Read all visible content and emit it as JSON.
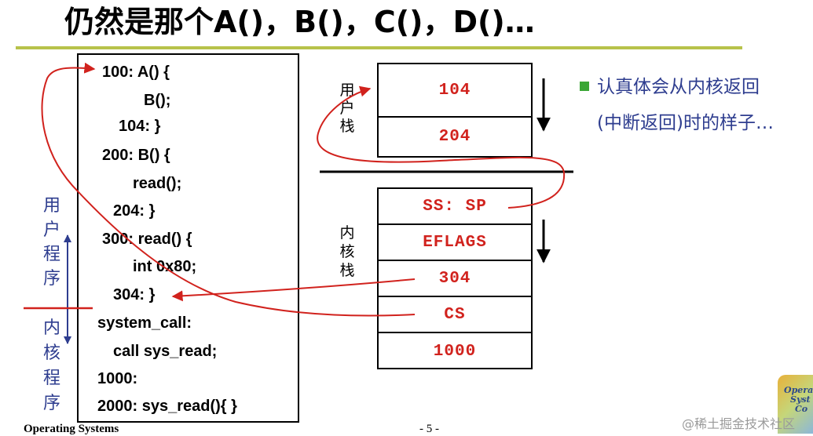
{
  "title": "仍然是那个A()，B()，C()，D()…",
  "code_lines": [
    "100: A() {",
    "B();",
    "104: }",
    "200: B() {",
    "read();",
    "204: }",
    "300: read() {",
    "int 0x80;",
    "304: }",
    "system_call:",
    "call sys_read;",
    "1000:",
    "2000: sys_read(){    }"
  ],
  "side_labels": {
    "user_program": [
      "用",
      "户",
      "程",
      "序"
    ],
    "kernel_program": [
      "内",
      "核",
      "程",
      "序"
    ]
  },
  "user_stack": {
    "label": [
      "用",
      "户",
      "栈"
    ],
    "cells": [
      "104",
      "204"
    ]
  },
  "kernel_stack": {
    "label": [
      "内",
      "核",
      "栈"
    ],
    "cells": [
      "SS: SP",
      "EFLAGS",
      "304",
      "CS",
      "1000"
    ]
  },
  "note": {
    "line1": "认真体会从内核返回",
    "line2": "(中断返回)时的样子…"
  },
  "footer": {
    "left": "Operating Systems",
    "page": "- 5 -",
    "watermark": "@稀土掘金技术社区",
    "logo_text": [
      "Operati",
      "Syst",
      "Co"
    ]
  },
  "colors": {
    "arrow": "#d1221d",
    "rule": "#b7c24a",
    "label_blue": "#2e3d8f",
    "bullet": "#3aa635"
  }
}
